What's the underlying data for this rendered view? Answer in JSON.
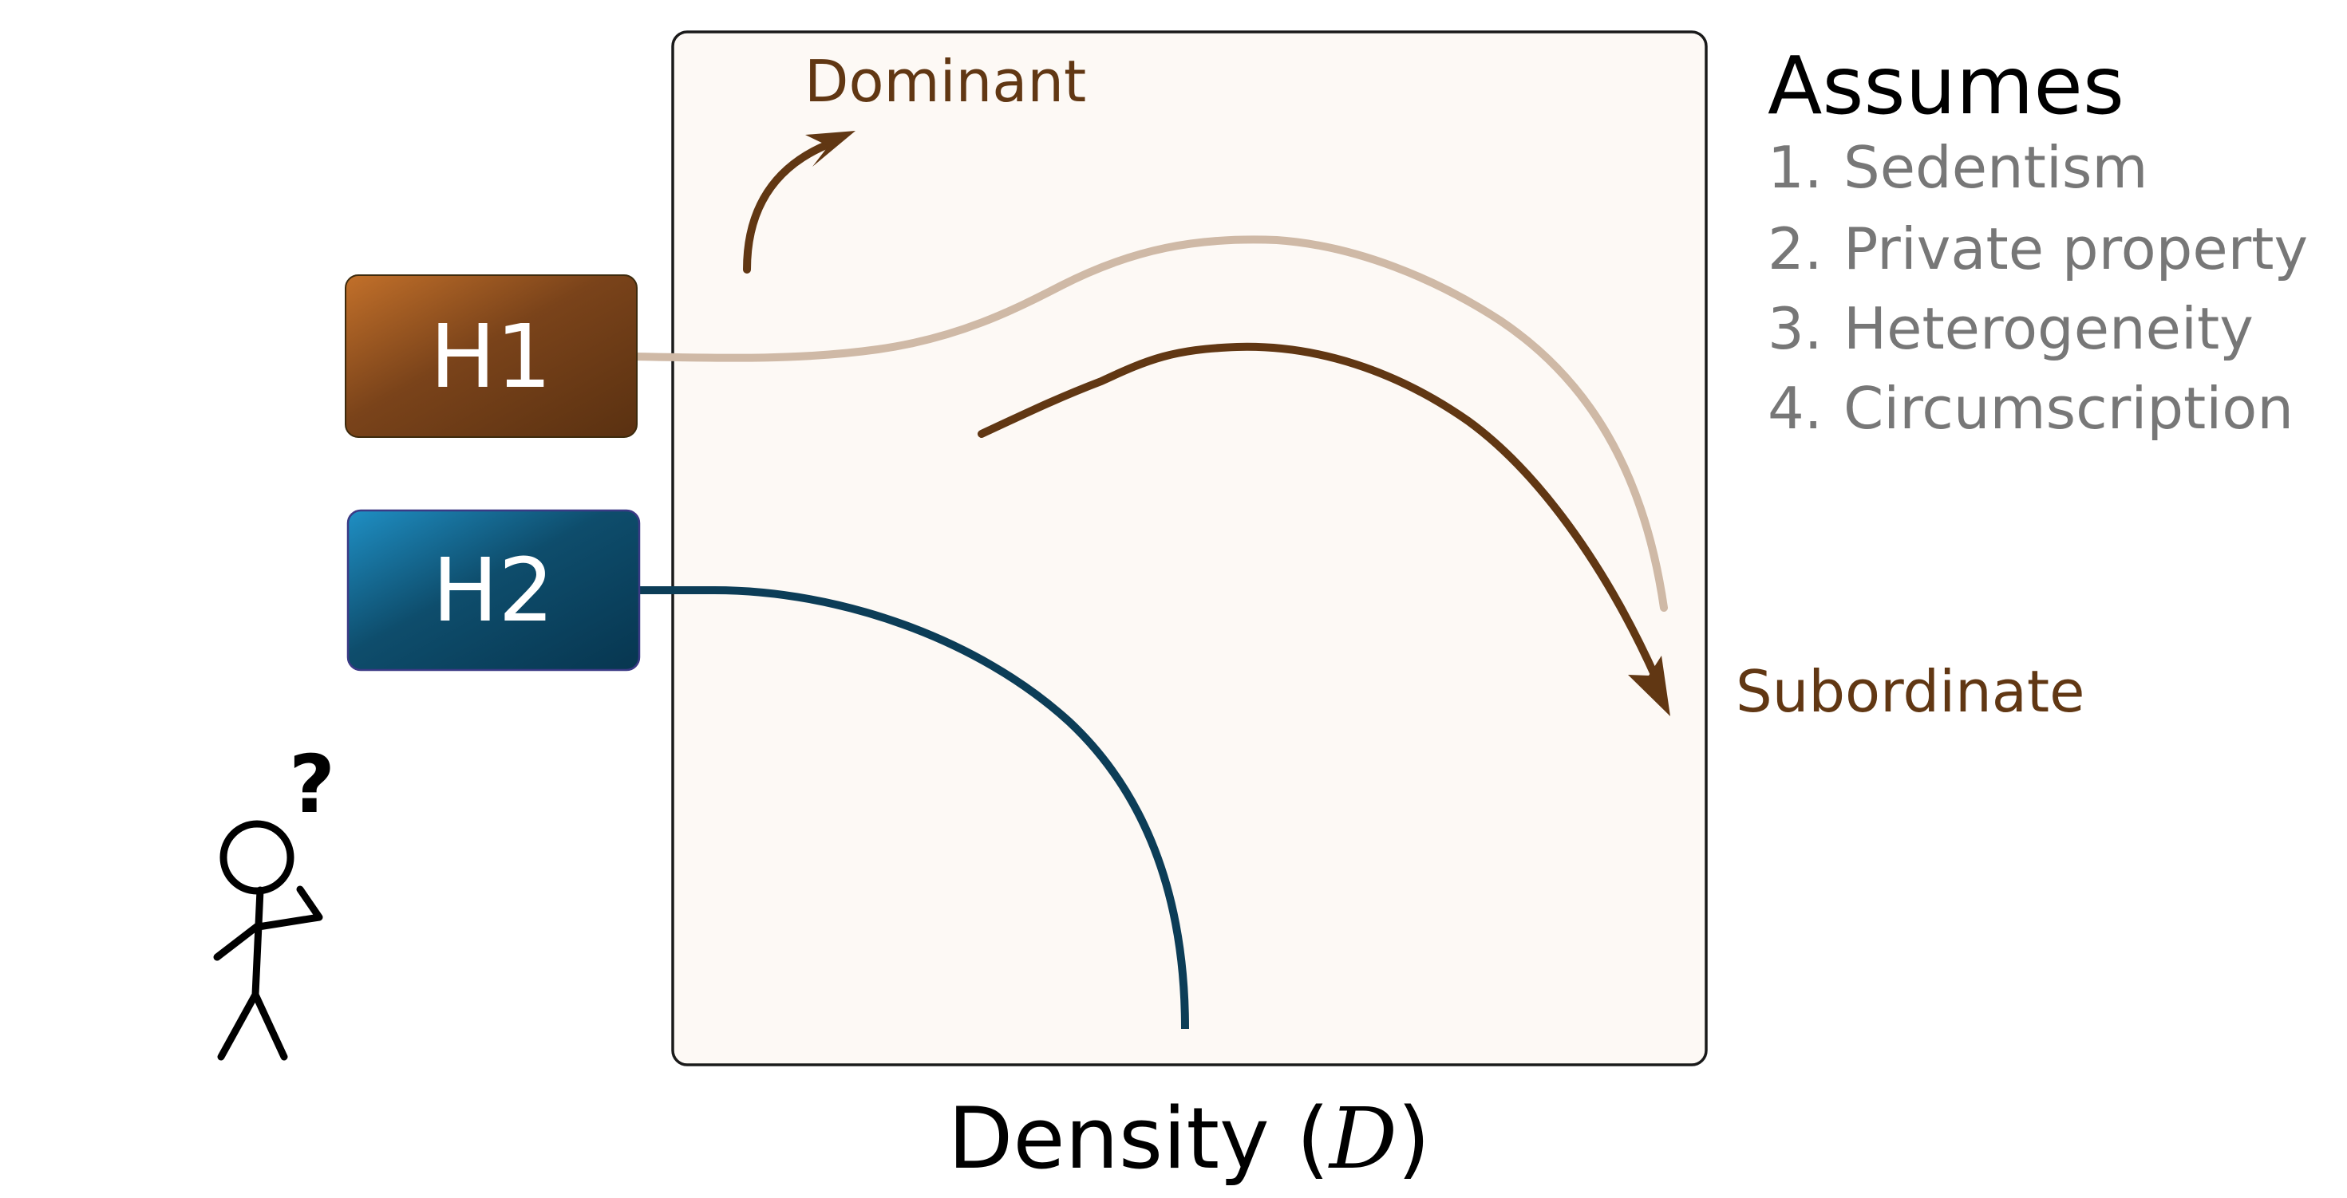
{
  "boxes": {
    "h1": {
      "label": "H1"
    },
    "h2": {
      "label": "H2"
    }
  },
  "labels": {
    "dominant": "Dominant",
    "subordinate": "Subordinate"
  },
  "assumes": {
    "title": "Assumes",
    "items": [
      {
        "num": "1.",
        "text": "Sedentism"
      },
      {
        "num": "2.",
        "text": "Private property"
      },
      {
        "num": "3.",
        "text": "Heterogeneity"
      },
      {
        "num": "4.",
        "text": "Circumscription"
      }
    ]
  },
  "axis": {
    "x_label": "Density (",
    "x_var": "D",
    "x_label_close": ")"
  },
  "figure": {
    "question_mark": "?"
  },
  "colors": {
    "h1_gradient_start": "#c2702a",
    "h1_gradient_end": "#5a3111",
    "h2_gradient_start": "#1f8fc4",
    "h2_gradient_end": "#073650",
    "brown": "#613713",
    "faint_brown": "#cfb9a6",
    "navy": "#0c3d57",
    "panel_fill": "#fdf9f5",
    "list_gray": "#777777"
  }
}
